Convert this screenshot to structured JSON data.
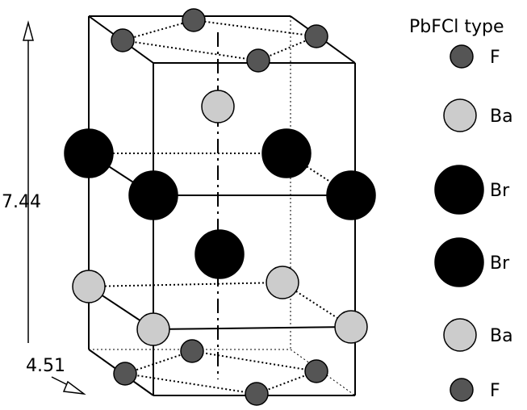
{
  "colors": {
    "F": "#555555",
    "Ba": "#cccccc",
    "Br": "#000000",
    "line": "#000000"
  },
  "legend": {
    "title": "PbFCl type",
    "items": [
      {
        "label": "F",
        "element": "F"
      },
      {
        "label": "Ba",
        "element": "Ba"
      },
      {
        "label": "Br",
        "element": "Br"
      },
      {
        "label": "Br",
        "element": "Br"
      },
      {
        "label": "Ba",
        "element": "Ba"
      },
      {
        "label": "F",
        "element": "F"
      }
    ]
  },
  "dimensions": {
    "c_axis": "7.44",
    "a_axis": "4.51"
  }
}
